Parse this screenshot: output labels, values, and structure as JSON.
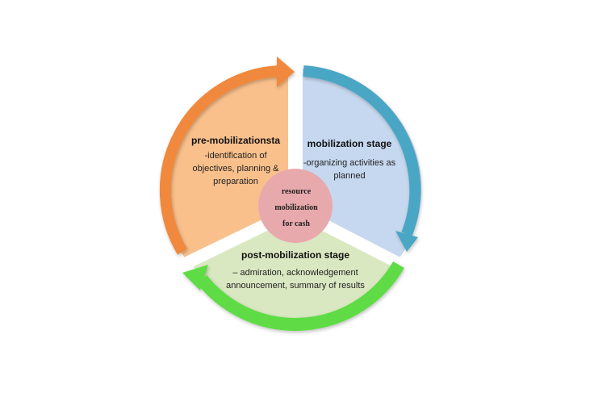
{
  "center": {
    "line1": "resource",
    "line2": "mobilization",
    "line3": "for cash"
  },
  "stages": {
    "pre": {
      "title": "pre-mobilizationsta",
      "desc1": "-identification of",
      "desc2": "objectives, planning &",
      "desc3": "preparation"
    },
    "mobilization": {
      "title": "mobilization stage",
      "desc1": "-organizing activities as",
      "desc2": "planned"
    },
    "post": {
      "title": "post-mobilization stage",
      "desc1": "– admiration, acknowledgement",
      "desc2": "announcement, summary of results"
    }
  },
  "colors": {
    "pre_fill": "#f9c08c",
    "mobilization_fill": "#c6d8ef",
    "post_fill": "#d9e8c1",
    "center_fill": "#e8a9ad",
    "pre_arrow": "#f0893c",
    "mobilization_arrow": "#4aa6c4",
    "post_arrow": "#5edc45"
  }
}
